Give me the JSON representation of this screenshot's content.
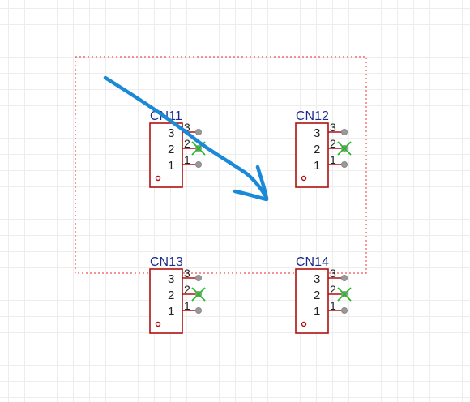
{
  "canvas": {
    "background": "#ffffff",
    "grid_color": "#ededed"
  },
  "colors": {
    "symbol_outline": "#b01010",
    "designator_text": "#1a2a8c",
    "pin_number_text": "#222222",
    "pin_end_dot": "#999999",
    "no_connect_marker": "#22bb22",
    "selection_box": "#ee5555",
    "annotation_arrow": "#1a8ad8"
  },
  "selection_box": {
    "style": "dashed"
  },
  "annotation": {
    "type": "hand-drawn arrow",
    "icon": "freehand-arrow-icon"
  },
  "components": [
    {
      "id": "CN11",
      "designator": "CN11",
      "pins": [
        {
          "label": "3",
          "number": "3",
          "no_connect": false
        },
        {
          "label": "2",
          "number": "2",
          "no_connect": true
        },
        {
          "label": "1",
          "number": "1",
          "no_connect": false
        }
      ]
    },
    {
      "id": "CN12",
      "designator": "CN12",
      "pins": [
        {
          "label": "3",
          "number": "3",
          "no_connect": false
        },
        {
          "label": "2",
          "number": "2",
          "no_connect": true
        },
        {
          "label": "1",
          "number": "1",
          "no_connect": false
        }
      ]
    },
    {
      "id": "CN13",
      "designator": "CN13",
      "pins": [
        {
          "label": "3",
          "number": "3",
          "no_connect": false
        },
        {
          "label": "2",
          "number": "2",
          "no_connect": true
        },
        {
          "label": "1",
          "number": "1",
          "no_connect": false
        }
      ]
    },
    {
      "id": "CN14",
      "designator": "CN14",
      "pins": [
        {
          "label": "3",
          "number": "3",
          "no_connect": false
        },
        {
          "label": "2",
          "number": "2",
          "no_connect": true
        },
        {
          "label": "1",
          "number": "1",
          "no_connect": false
        }
      ]
    }
  ]
}
